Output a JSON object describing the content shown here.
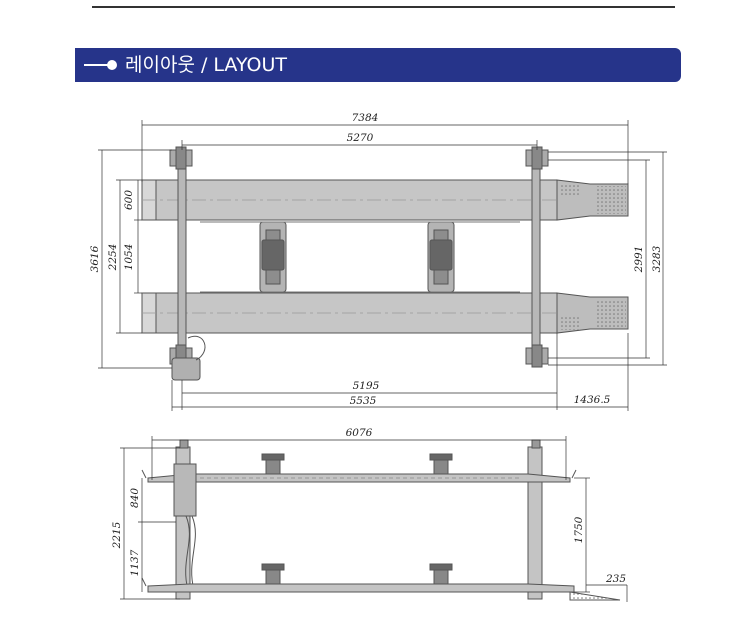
{
  "section": {
    "title": "레이아웃 / LAYOUT"
  },
  "colors": {
    "banner": "#26348a",
    "runway": "#c3c3c3",
    "outline": "#555555"
  },
  "dimensions": {
    "top_view": {
      "overall_length": "7384",
      "column_span": "5270",
      "total_width": "3616",
      "inner_width": "2254",
      "runway_gap": "1054",
      "runway_width": "600",
      "outer_width": "3283",
      "column_width": "2991",
      "runway_length": "5195",
      "column_length": "5535",
      "ramp_length": "1436.5"
    },
    "side_view": {
      "length": "6076",
      "overall_height": "2215",
      "upper_height": "840",
      "lower_height": "1137",
      "lift_height": "1750",
      "ramp_height": "235"
    }
  }
}
